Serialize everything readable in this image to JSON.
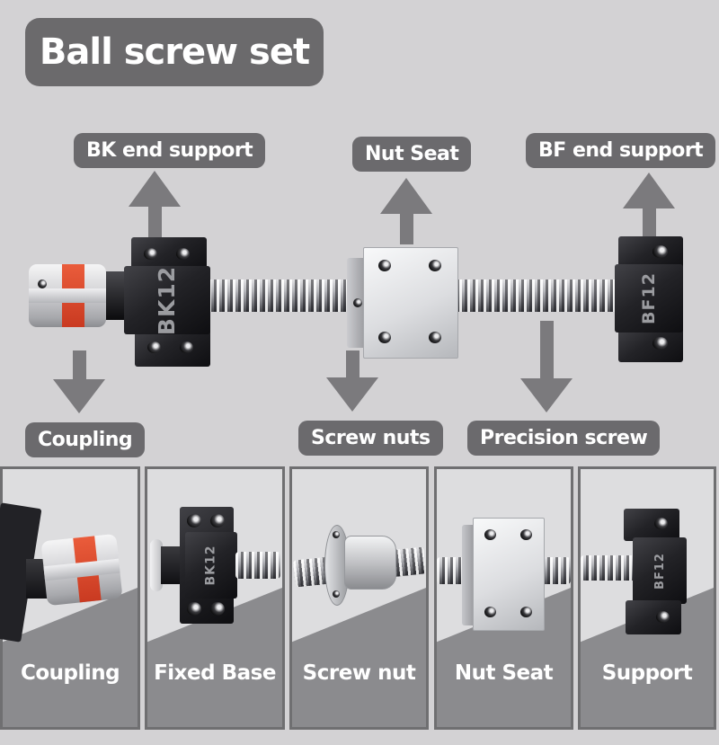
{
  "title": {
    "text": "Ball screw set"
  },
  "callouts_top": [
    {
      "label": "BK end support"
    },
    {
      "label": "Nut Seat"
    },
    {
      "label": "BF end support"
    }
  ],
  "callouts_bottom": [
    {
      "label": "Coupling"
    },
    {
      "label": "Screw nuts"
    },
    {
      "label": "Precision screw"
    }
  ],
  "assembly": {
    "bk_marking": "BK12",
    "bf_marking": "BF12"
  },
  "panels": [
    {
      "caption": "Coupling"
    },
    {
      "caption": "Fixed Base"
    },
    {
      "caption": "Screw nut"
    },
    {
      "caption": "Nut Seat"
    },
    {
      "caption": "Support"
    }
  ],
  "colors": {
    "background": "#d3d2d4",
    "callout_bg": "#6b6a6d",
    "arrow": "#7b7a7d",
    "panel_bg": "#dddddf",
    "panel_shade": "#8b8b8e",
    "panel_border": "#6f6f71",
    "coupling_insert": "#d8492f",
    "text": "#ffffff"
  }
}
